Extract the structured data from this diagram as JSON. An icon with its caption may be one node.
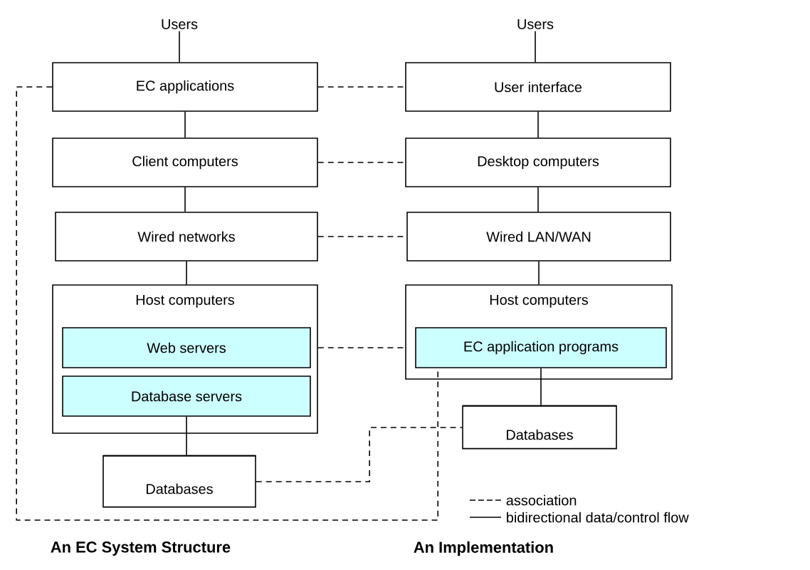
{
  "diagram": {
    "nodes": [
      {
        "text": [
          "Users"
        ]
      },
      {
        "text": [
          "EC applications"
        ]
      },
      {
        "text": [
          "Client computers"
        ]
      },
      {
        "text": [
          "Wired networks"
        ]
      },
      {
        "text": [
          "Host computers"
        ]
      },
      {
        "text": [
          "Web servers"
        ],
        "in": 4
      },
      {
        "text": [
          "Database servers"
        ],
        "in": 4
      },
      {
        "text": [
          "Databases"
        ]
      },
      {
        "text": [
          "Users"
        ]
      },
      {
        "text": [
          "User interface"
        ]
      },
      {
        "text": [
          "Desktop computers"
        ]
      },
      {
        "text": [
          "Wired LAN/WAN"
        ]
      },
      {
        "text": [
          "Host computers"
        ]
      },
      {
        "text": [
          "EC application programs"
        ],
        "in": 12
      },
      {
        "text": [
          "Databases"
        ]
      }
    ],
    "edges": [
      {
        "from": 0,
        "to": 1,
        "arrow": "none"
      },
      {
        "from": 1,
        "to": 2,
        "arrow": "none"
      },
      {
        "from": 2,
        "to": 3,
        "arrow": "none"
      },
      {
        "from": 3,
        "to": 4,
        "arrow": "none"
      },
      {
        "from": 6,
        "to": 7,
        "arrow": "none"
      },
      {
        "from": 8,
        "to": 9,
        "arrow": "none"
      },
      {
        "from": 9,
        "to": 10,
        "arrow": "none"
      },
      {
        "from": 10,
        "to": 11,
        "arrow": "none"
      },
      {
        "from": 11,
        "to": 12,
        "arrow": "none"
      },
      {
        "from": 13,
        "to": 14,
        "arrow": "none"
      },
      {
        "from": 1,
        "to": 9,
        "arrow": "none",
        "style": "dashed"
      },
      {
        "from": 2,
        "to": 10,
        "arrow": "none",
        "style": "dashed"
      },
      {
        "from": 3,
        "to": 11,
        "arrow": "none",
        "style": "dashed"
      },
      {
        "from": 4,
        "to": 12,
        "arrow": "none",
        "style": "dashed"
      },
      {
        "from": 7,
        "to": 14,
        "arrow": "none",
        "style": "dashed"
      },
      {
        "from": 1,
        "to": 13,
        "arrow": "none",
        "style": "dashed"
      }
    ],
    "labels": [
      "An EC System Structure",
      "An Implementation"
    ],
    "legend": [
      {
        "text": "association"
      },
      {
        "text": "bidirectional data/control flow"
      }
    ]
  }
}
